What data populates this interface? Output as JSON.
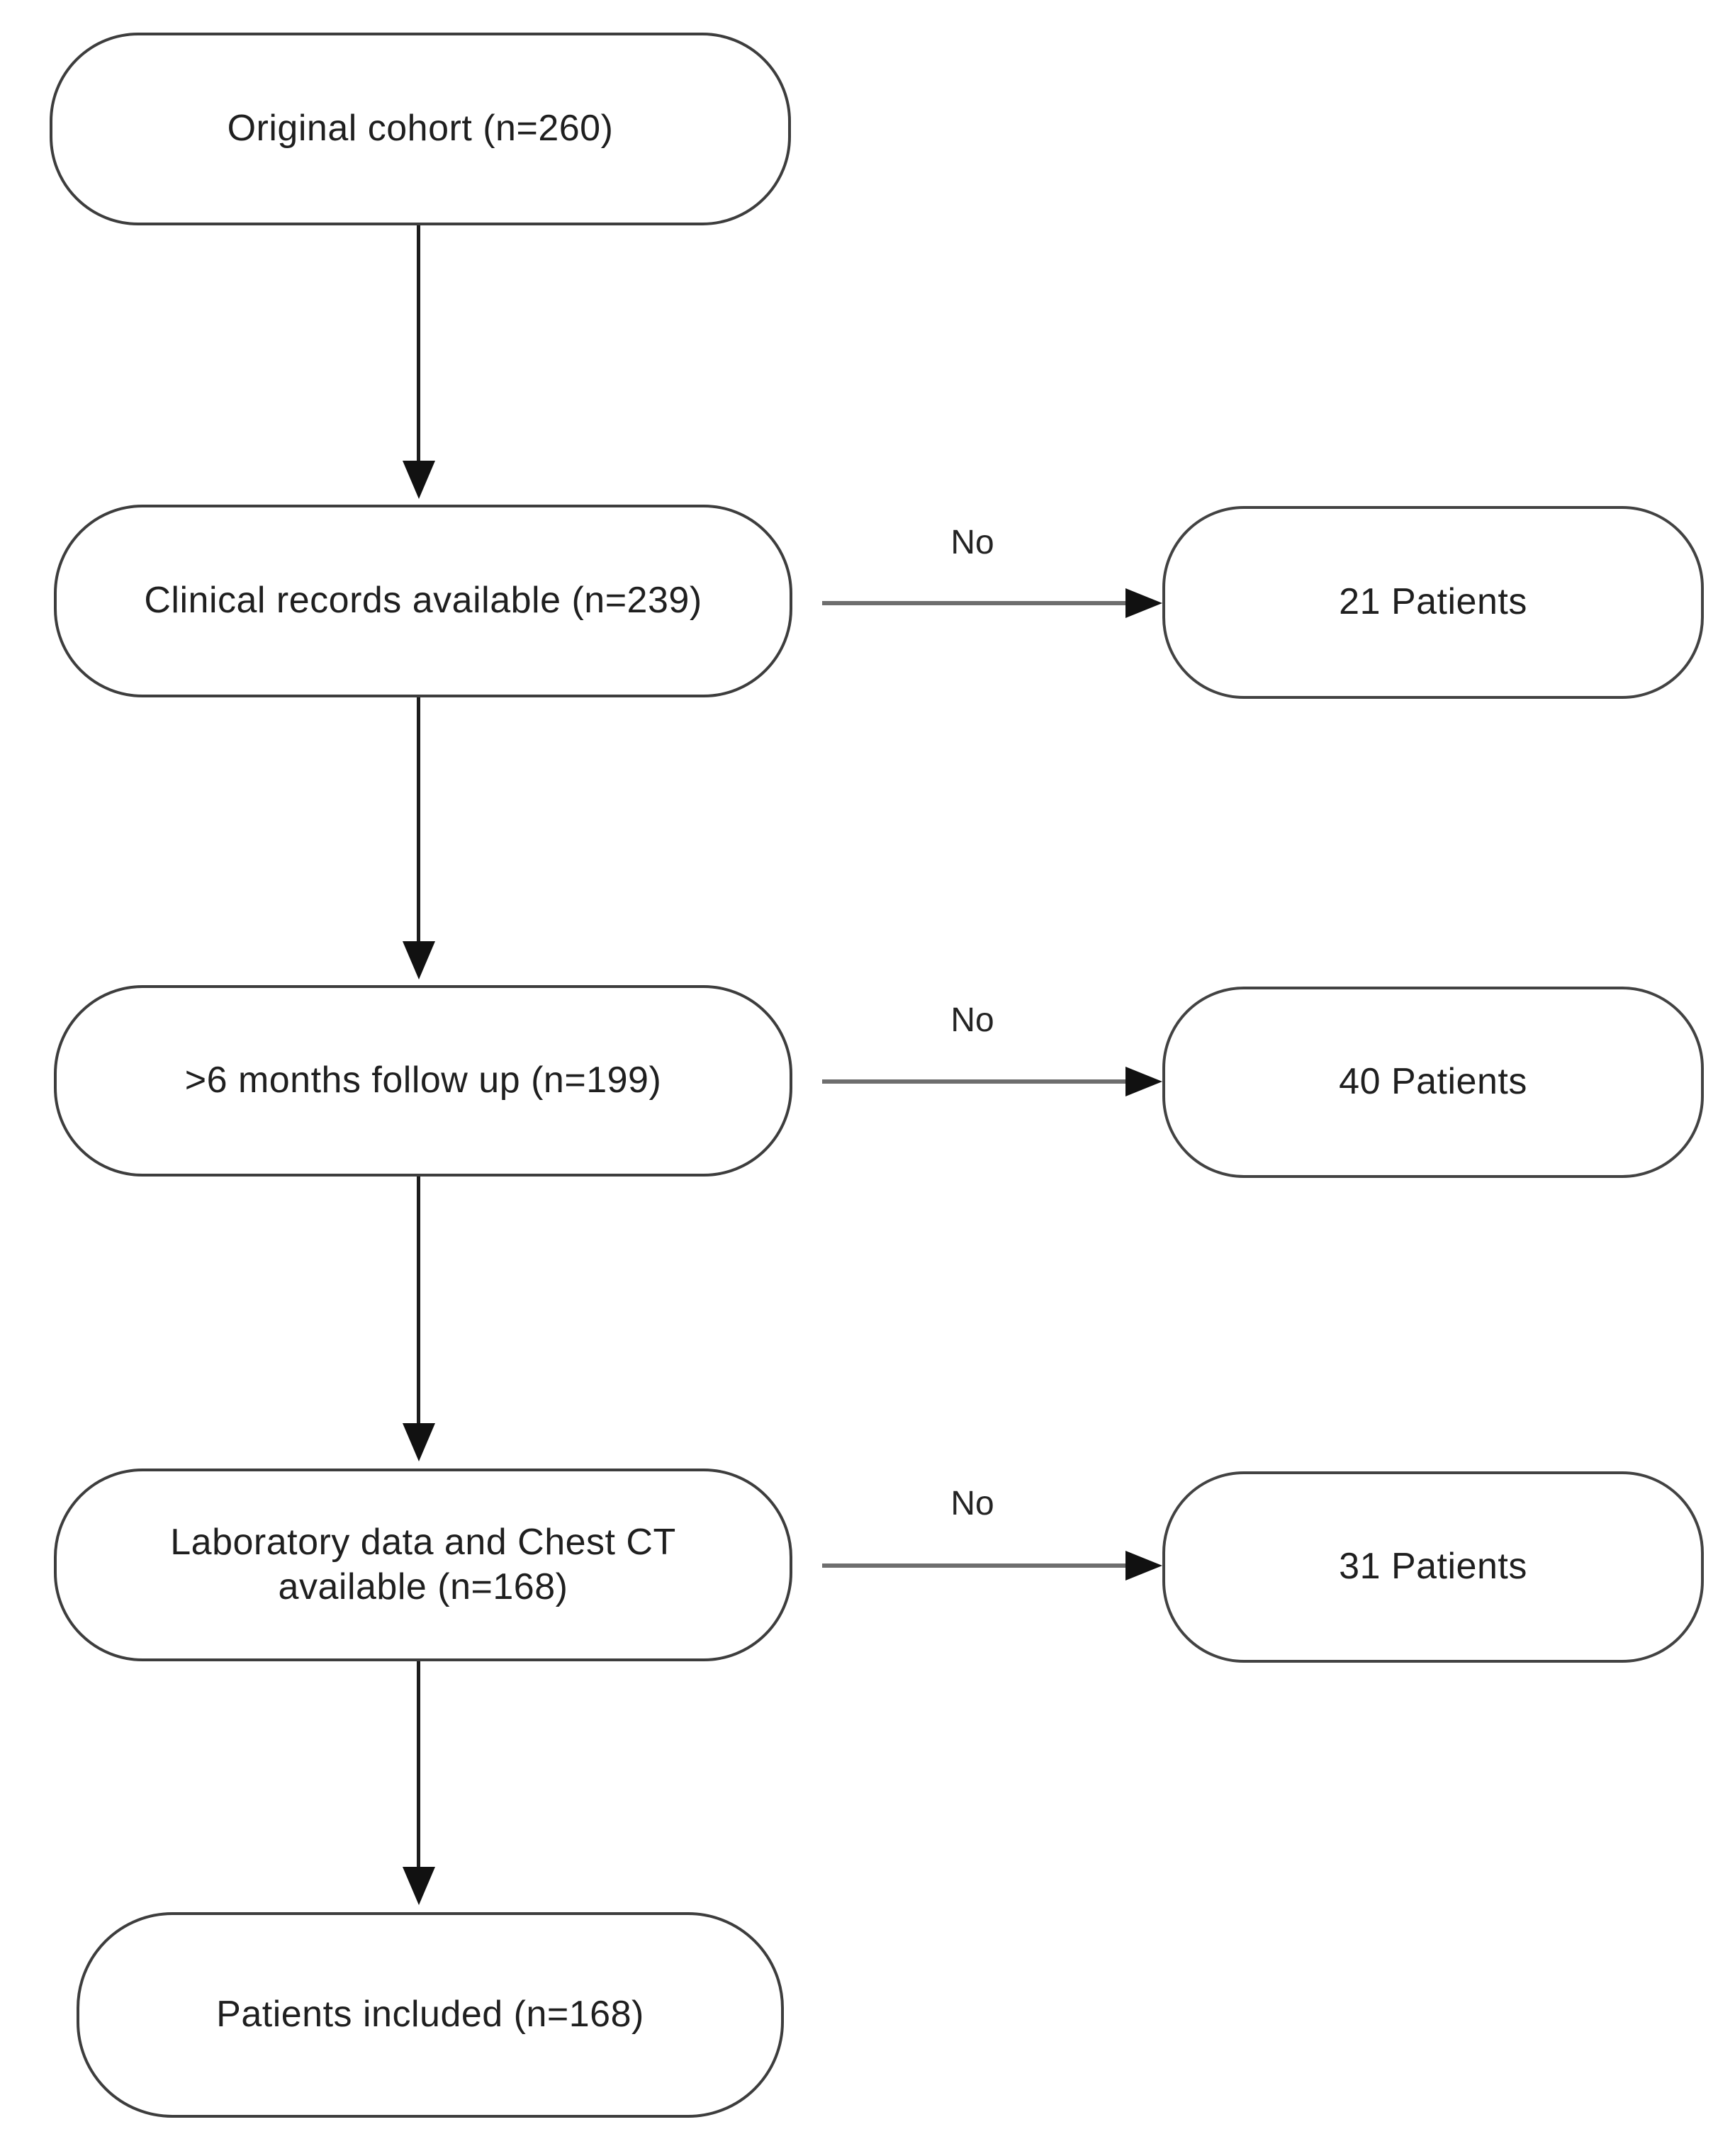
{
  "figure": {
    "type": "patient-flow-diagram",
    "background_color": "#ffffff",
    "box_border_color": "#3d3d3d",
    "text_color": "#1f1f1f",
    "nodes": {
      "original": {
        "label": "Original cohort (n=260)"
      },
      "clinical": {
        "label": "Clinical records available (n=239)"
      },
      "followup": {
        "label": ">6 months follow up (n=199)"
      },
      "laboratory": {
        "label_line1": "Laboratory data and Chest CT",
        "label_line2": "available (n=168)"
      },
      "included": {
        "label": "Patients included (n=168)"
      },
      "excluded_after_clinical": {
        "label": "21 Patients"
      },
      "excluded_after_followup": {
        "label": "40 Patients"
      },
      "excluded_after_laboratory": {
        "label": "31 Patients"
      }
    },
    "edges": {
      "clinical_exclusion": {
        "label": "No"
      },
      "followup_exclusion": {
        "label": "No"
      },
      "laboratory_exclusion": {
        "label": "No"
      }
    }
  }
}
